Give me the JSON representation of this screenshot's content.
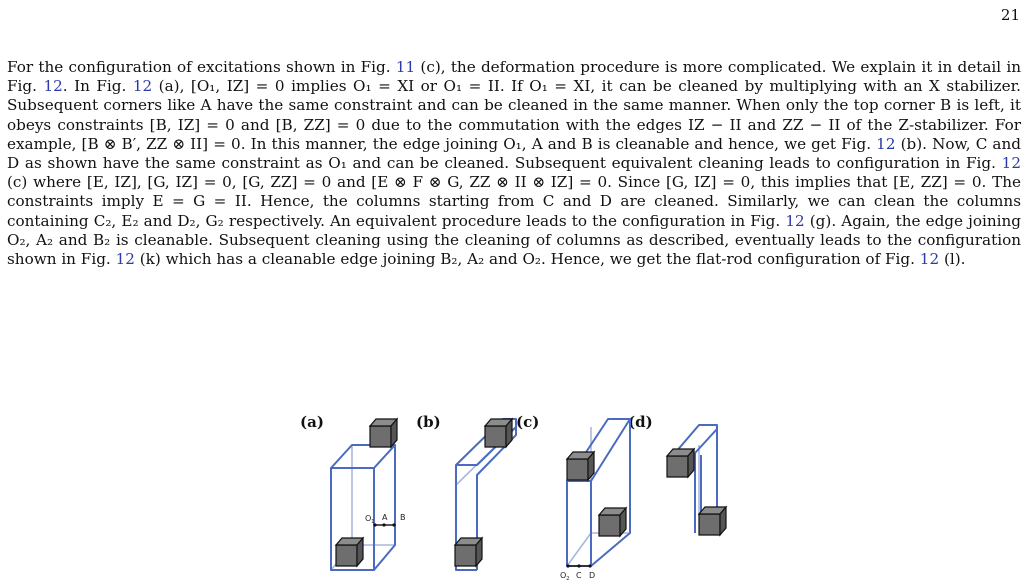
{
  "page": {
    "number": "21"
  },
  "paragraph": {
    "s1": "For the configuration of excitations shown in Fig. ",
    "r1": "11",
    "s2": " (c), the deformation procedure is more complicated. We explain it in detail in Fig. ",
    "r2": "12",
    "s3": ". In Fig. ",
    "r3": "12",
    "s4": " (a), [O₁, IZ] = 0 implies O₁ = XI or O₁ = II. If O₁ = XI, it can be cleaned by multiplying with an X stabilizer. Subsequent corners like A have the same constraint and can be cleaned in the same manner. When only the top corner B is left, it obeys constraints [B, IZ] = 0 and [B, ZZ] = 0 due to the commutation with the edges IZ − II and ZZ − II of the Z-stabilizer. For example, [B ⊗ B′, ZZ ⊗ II] = 0. In this manner, the edge joining O₁, A and B is cleanable and hence, we get Fig. ",
    "r4": "12",
    "s5": " (b). Now, C and D as shown have the same constraint as O₁ and can be cleaned. Subsequent equivalent cleaning leads to configuration in Fig. ",
    "r5": "12",
    "s6": " (c) where [E, IZ], [G, IZ] = 0, [G, ZZ] = 0 and [E ⊗ F ⊗ G, ZZ ⊗ II ⊗ IZ] = 0. Since [G, IZ] = 0, this implies that [E, ZZ] = 0. The constraints imply E = G = II. Hence, the columns starting from C and D are cleaned. Similarly, we can clean the columns containing C₂, E₂ and D₂, G₂ respectively. An equivalent procedure leads to the configuration in Fig. ",
    "r6": "12",
    "s7": " (g). Again, the edge joining O₂, A₂ and B₂ is cleanable. Subsequent cleaning using the cleaning of columns as described, eventually leads to the configuration shown in Fig. ",
    "r7": "12",
    "s8": " (k) which has a cleanable edge joining B₂, A₂ and O₂. Hence, we get the flat-rod configuration of Fig. ",
    "r8": "12",
    "s9": " (l)."
  },
  "figure": {
    "panel_a": "(a)",
    "panel_b": "(b)",
    "panel_c": "(c)",
    "panel_d": "(d)",
    "point_O1": "O",
    "sub_O1": "1",
    "point_A": "A",
    "point_B": "B",
    "point_O2": "O",
    "sub_O2": "2",
    "point_C": "C",
    "point_D": "D"
  },
  "colors": {
    "edge": "#4a6bbf",
    "edge_back": "#a8b7dd",
    "cube_front": "#6e6e6e",
    "cube_top": "#8c8c8c",
    "cube_side": "#555555",
    "ref": "#2a3aa8"
  }
}
